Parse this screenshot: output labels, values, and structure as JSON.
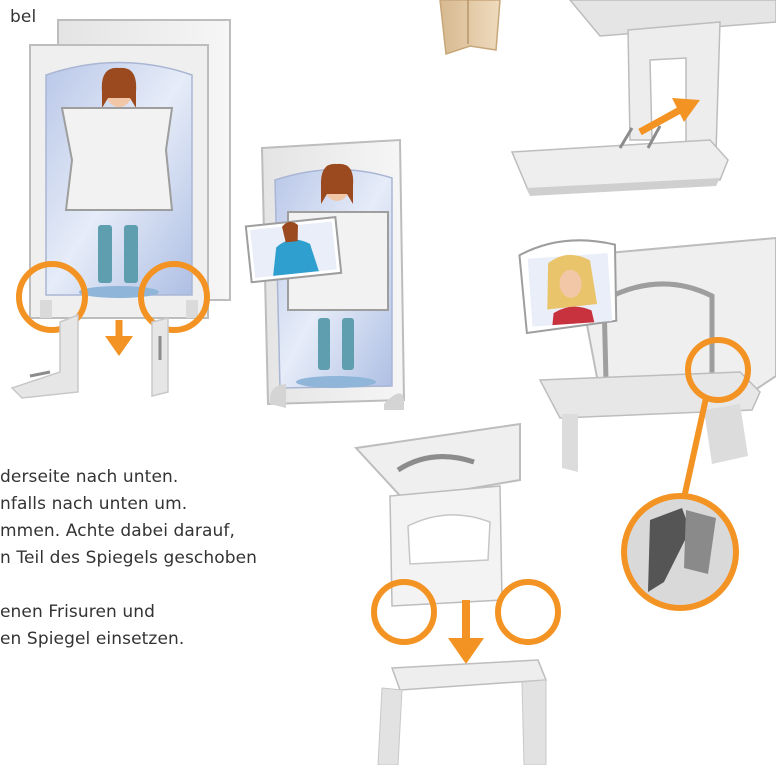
{
  "page": {
    "top_fragment": "bel",
    "instructions": [
      "derseite nach unten.",
      "nfalls nach unten um.",
      "mmen. Achte dabei darauf,",
      "n Teil des Spiegels geschoben",
      "enen Frisuren und",
      "en Spiegel einsetzen."
    ]
  },
  "colors": {
    "accent": "#F39323",
    "panel": "#EEEEEE",
    "panel_edge": "#BDBDBD",
    "mirror": "#CBD6EC",
    "wood": "#E3C8A0"
  },
  "icons": {
    "circle_markers": "orange-circle-marker",
    "arrows": "orange-arrow"
  }
}
